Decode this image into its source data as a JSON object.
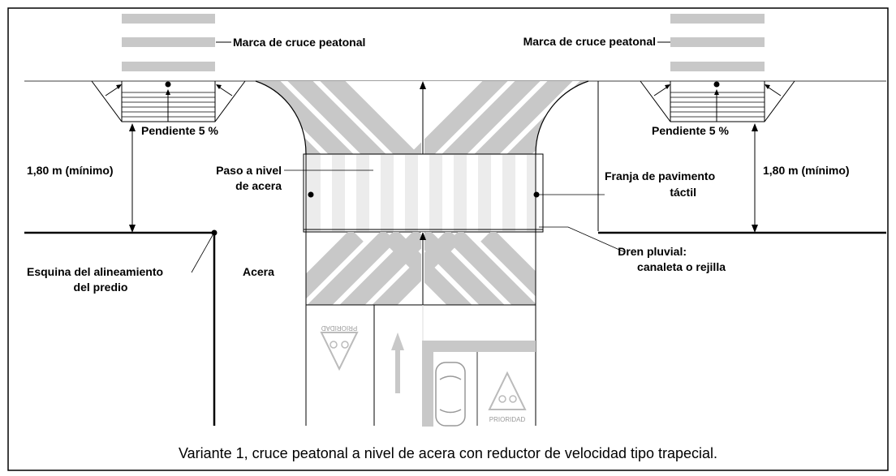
{
  "labels": {
    "crosswalk_mark_left": "Marca de cruce peatonal",
    "crosswalk_mark_right": "Marca de cruce peatonal",
    "slope_left": "Pendiente 5 %",
    "slope_right": "Pendiente 5 %",
    "min_width_left": "1,80 m (mínimo)",
    "min_width_right": "1,80 m (mínimo)",
    "raised_crossing_line1": "Paso a nivel",
    "raised_crossing_line2": "de acera",
    "tactile_strip_line1": "Franja de pavimento",
    "tactile_strip_line2": "táctil",
    "property_corner_line1": "Esquina del alineamiento",
    "property_corner_line2": "del predio",
    "sidewalk": "Acera",
    "drain_line1": "Dren pluvial:",
    "drain_line2": "canaleta o rejilla"
  },
  "road_markings": {
    "priority_left": "PRIORIDAD",
    "priority_right": "PRIORIDAD"
  },
  "caption": "Variante 1, cruce peatonal a nivel de acera con reductor de velocidad tipo trapecial."
}
